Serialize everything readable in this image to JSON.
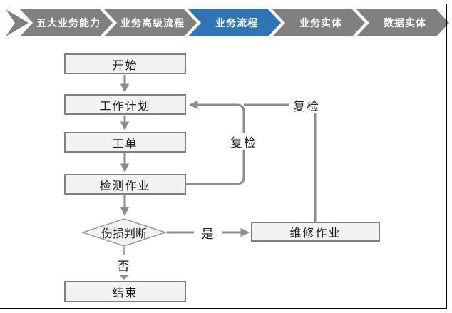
{
  "breadcrumb": {
    "items": [
      {
        "label": "五大业务能力",
        "active": false
      },
      {
        "label": "业务高级流程",
        "active": false
      },
      {
        "label": "业务流程",
        "active": true
      },
      {
        "label": "业务实体",
        "active": false
      },
      {
        "label": "数据实体",
        "active": false
      }
    ],
    "active_color": "#2E75B6",
    "inactive_color": "#808080",
    "text_color": "#FFFFFF"
  },
  "flowchart": {
    "nodes": [
      {
        "id": "start",
        "label": "开始",
        "type": "process"
      },
      {
        "id": "work-plan",
        "label": "工作计划",
        "type": "process"
      },
      {
        "id": "work-order",
        "label": "工单",
        "type": "process"
      },
      {
        "id": "inspection-job",
        "label": "检测作业",
        "type": "process"
      },
      {
        "id": "damage-decision",
        "label": "伤损判断",
        "type": "decision"
      },
      {
        "id": "repair-job",
        "label": "维修作业",
        "type": "process"
      },
      {
        "id": "end",
        "label": "结束",
        "type": "process"
      }
    ],
    "edge_labels": {
      "yes": "是",
      "no": "否",
      "recheck_inner": "复检",
      "recheck_outer": "复检"
    },
    "colors": {
      "node_fill": "#F2F2F2",
      "node_border": "#7F7F7F",
      "connector": "#8C8C8C"
    }
  }
}
